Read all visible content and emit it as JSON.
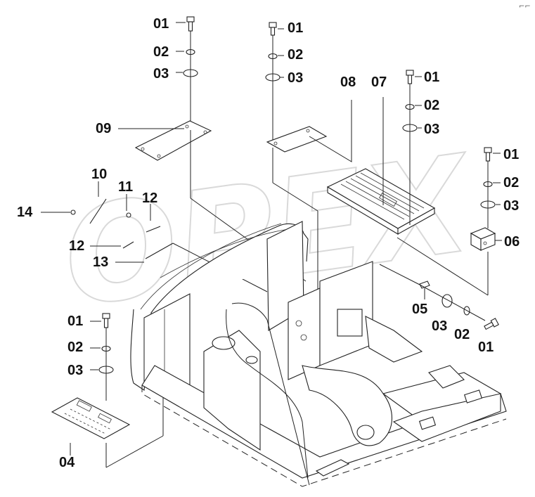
{
  "diagram": {
    "watermark": "OPEX",
    "corner_mark": "⌐⌐",
    "labels": {
      "a_01": "01",
      "a_02": "02",
      "a_03": "03",
      "a_09": "09",
      "b_01": "01",
      "b_02": "02",
      "b_03": "03",
      "b_08": "08",
      "b_07": "07",
      "c_01": "01",
      "c_02": "02",
      "c_03": "03",
      "d_01": "01",
      "d_02": "02",
      "d_03": "03",
      "d_06": "06",
      "e_10": "10",
      "e_11": "11",
      "e_12a": "12",
      "e_12b": "12",
      "e_13": "13",
      "e_14": "14",
      "f_05": "05",
      "f_03": "03",
      "f_02": "02",
      "f_01": "01",
      "g_01": "01",
      "g_02": "02",
      "g_03": "03",
      "g_04": "04"
    }
  }
}
